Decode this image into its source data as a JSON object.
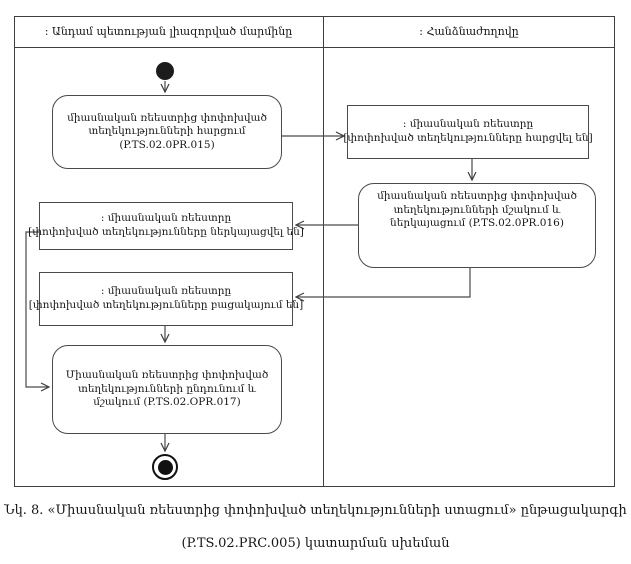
{
  "diagram": {
    "lanes": [
      {
        "title": ": Անդամ պետության լիազորված մարմինը"
      },
      {
        "title": ": Հանձնաժողովը"
      }
    ],
    "nodes": {
      "activity_query": {
        "lines": [
          "միասնական ռեեստրից փոփոխված",
          "տեղեկությունների հարցում",
          "(P.TS.02.0PR.015)"
        ]
      },
      "state_queried": {
        "lines": [
          ": միասնական ռեեստրը",
          "[փոփոխված տեղեկությունները հարցվել են]"
        ]
      },
      "activity_process_present": {
        "lines": [
          "միասնական ռեեստրից փոփոխված",
          "տեղեկությունների մշակում և",
          "ներկայացում (P.TS.02.0PR.016)"
        ]
      },
      "state_presented": {
        "lines": [
          ": միասնական ռեեստրը",
          "[փոփոխված տեղեկությունները ներկայացվել են]"
        ]
      },
      "state_absent": {
        "lines": [
          ": միասնական ռեեստրը",
          "[փոփոխված տեղեկությունները բացակայում են]"
        ]
      },
      "activity_receive": {
        "lines": [
          "Միասնական ռեեստրից փոփոխված",
          "տեղեկությունների ընդունում և",
          "մշակում (P.TS.02.OPR.017)"
        ]
      }
    }
  },
  "caption": {
    "line1": "Նկ. 8. «Միասնական ռեեստրից փոփոխված տեղեկությունների ստացում» ընթացակարգի",
    "line2": "(P.TS.02.PRC.005) կատարման սխեման"
  },
  "colors": {
    "line": "#3f3f3f",
    "box_border": "#4a4a4a",
    "text": "#161616",
    "background": "#ffffff"
  }
}
